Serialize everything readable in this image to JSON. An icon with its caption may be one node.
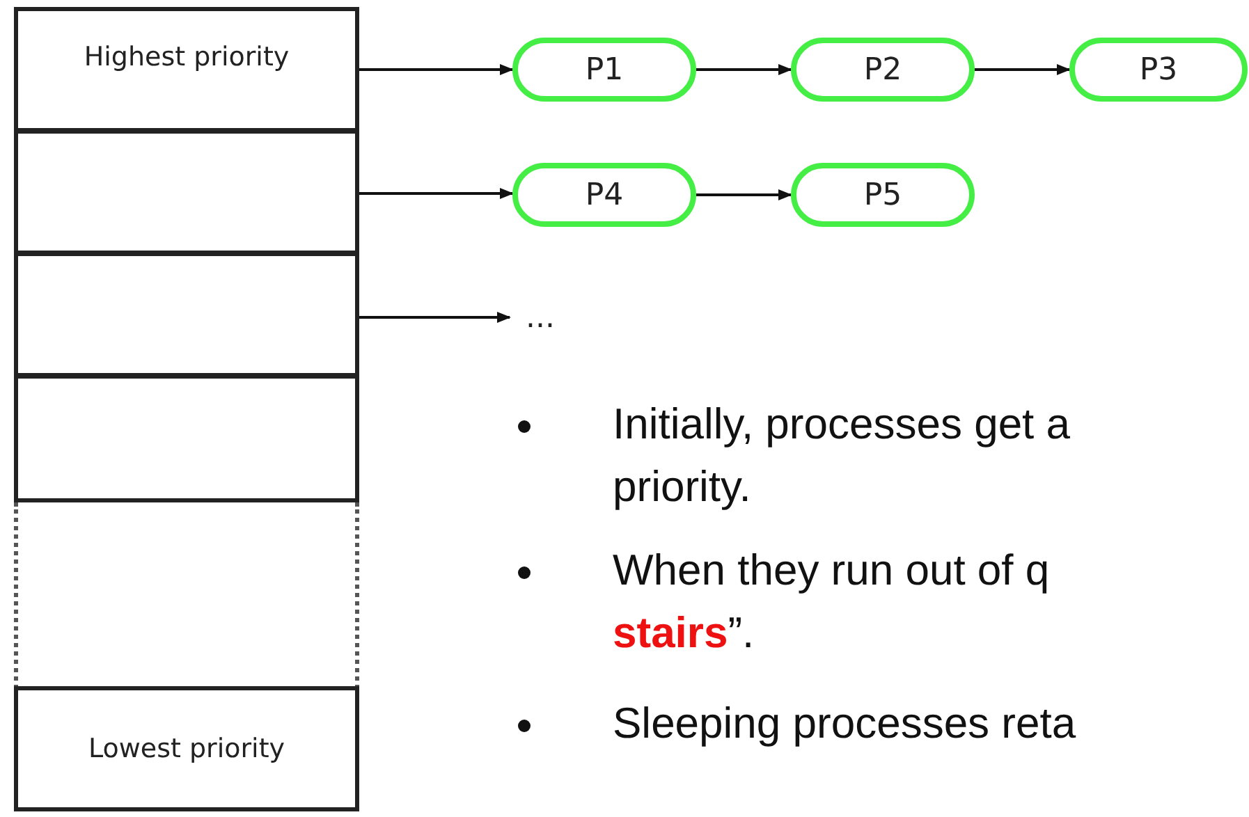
{
  "diagram": {
    "nodes": [
      {
        "text": [
          "Highest priority"
        ]
      },
      {
        "text": [],
        "shape": "box"
      },
      {
        "text": [],
        "shape": "box"
      },
      {
        "text": [],
        "shape": "box"
      },
      {
        "text": [],
        "shape": "box"
      },
      {
        "text": [
          "Lowest priority"
        ]
      },
      {
        "text": [
          "P1"
        ]
      },
      {
        "text": [
          "P2"
        ]
      },
      {
        "text": [
          "P3"
        ]
      },
      {
        "text": [
          "P4"
        ]
      },
      {
        "text": [
          "P5"
        ]
      },
      {
        "text": [
          "..."
        ]
      }
    ],
    "edges": [
      {
        "from": 0,
        "to": 6,
        "arrow": "to"
      },
      {
        "from": 6,
        "to": 7,
        "arrow": "to"
      },
      {
        "from": 7,
        "to": 8,
        "arrow": "to"
      },
      {
        "from": 1,
        "to": 9,
        "arrow": "to"
      },
      {
        "from": 9,
        "to": 10,
        "arrow": "to"
      },
      {
        "from": 2,
        "to": 11,
        "arrow": "to"
      }
    ],
    "labels": [
      "Initially, processes get a priority.",
      "When they run out of q **stairs**”.",
      "Sleeping processes reta"
    ]
  }
}
